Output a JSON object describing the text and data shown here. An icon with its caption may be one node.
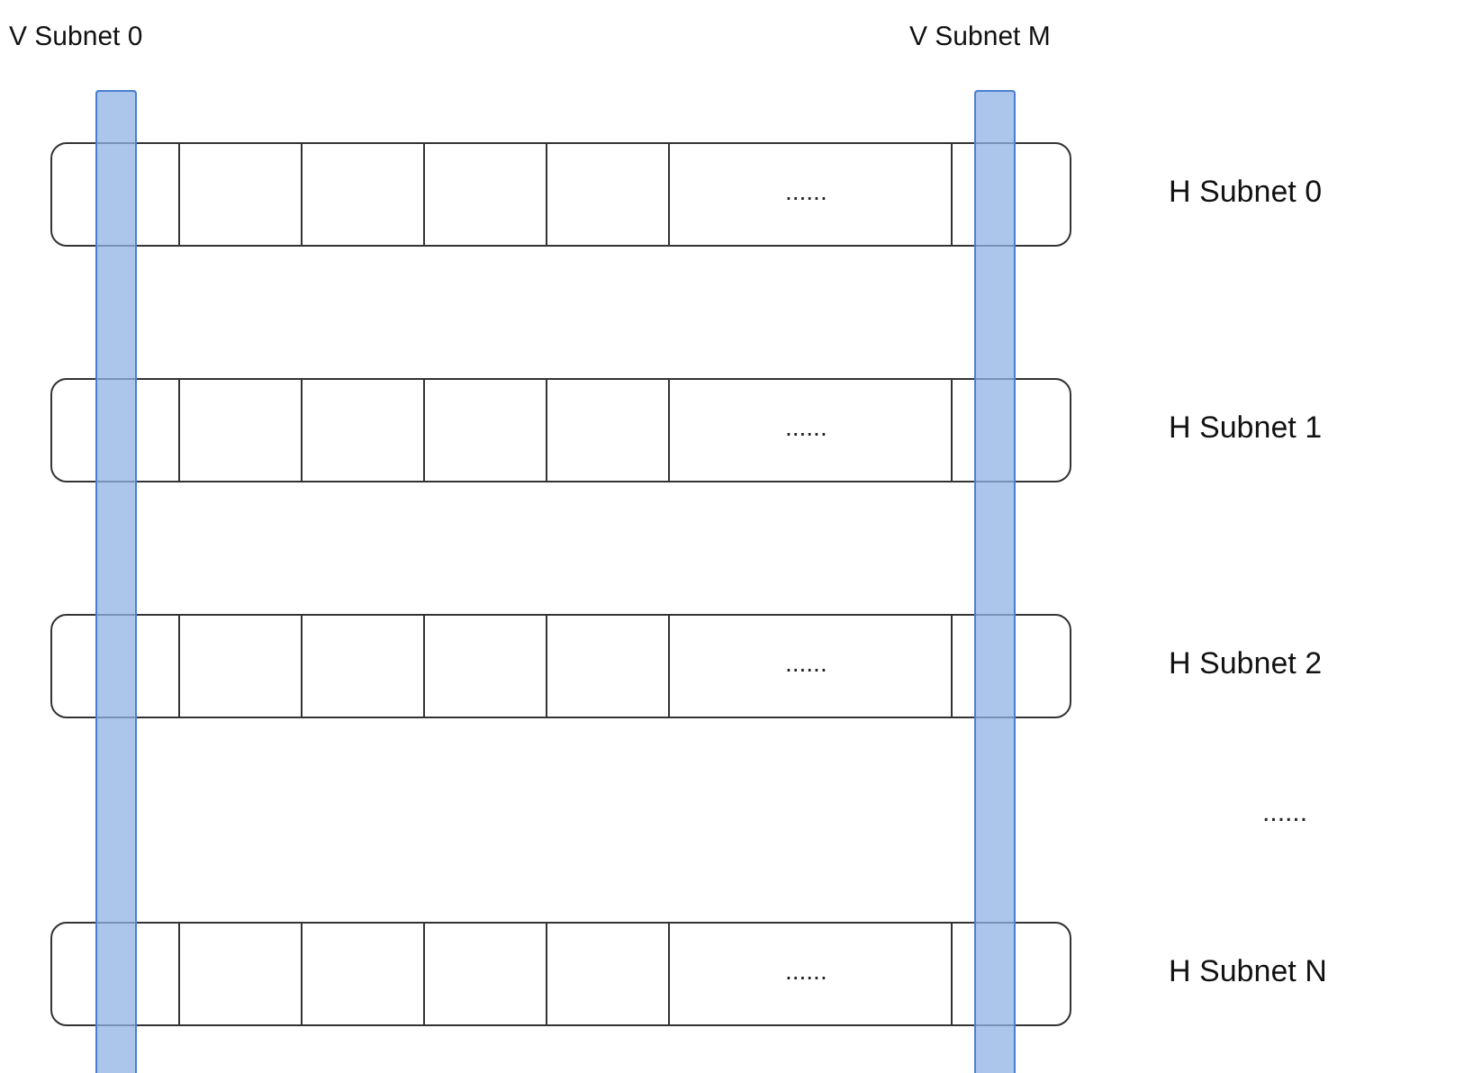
{
  "diagram": {
    "nodes": [
      {
        "text": [
          "V Subnet 0"
        ]
      },
      {
        "text": [
          "V Subnet M"
        ]
      },
      {
        "text": [
          "......"
        ],
        "beside": [
          "H Subnet 0"
        ]
      },
      {
        "text": [
          "......"
        ],
        "beside": [
          "H Subnet 1"
        ]
      },
      {
        "text": [
          "......"
        ],
        "beside": [
          "H Subnet 2"
        ]
      },
      {
        "text": [
          "......"
        ],
        "beside": [
          "H Subnet N"
        ]
      }
    ],
    "labels": [
      "......"
    ]
  }
}
